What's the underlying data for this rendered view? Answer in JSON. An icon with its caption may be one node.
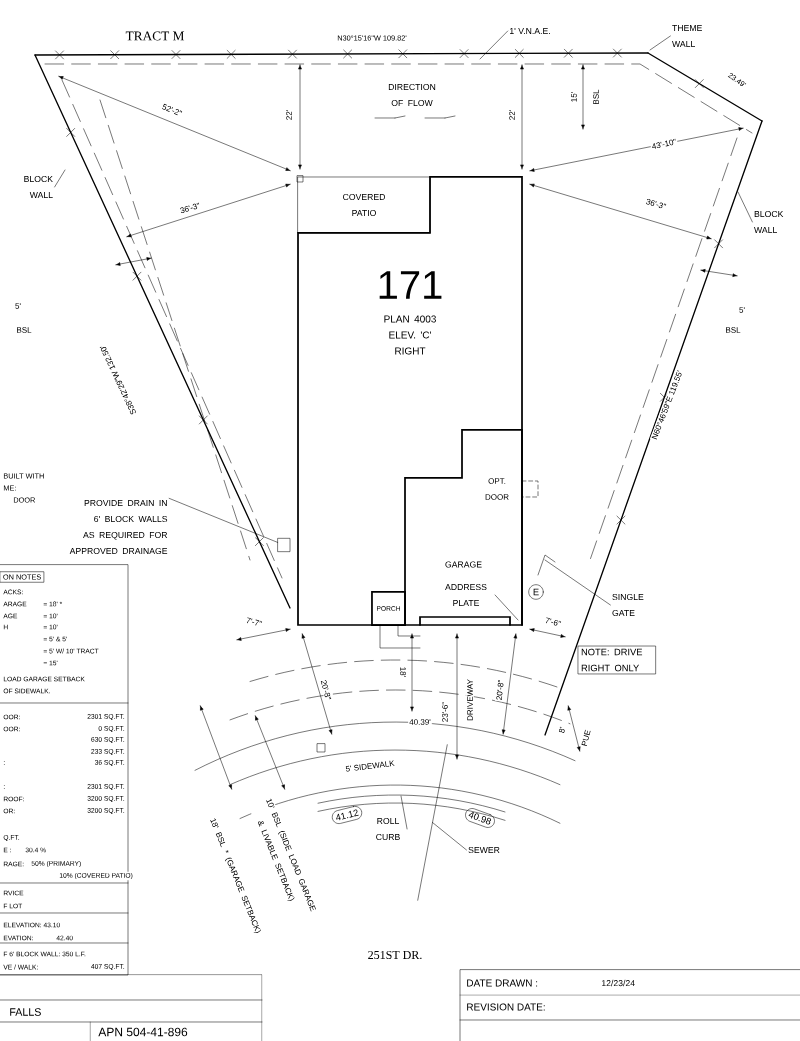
{
  "diagram": {
    "nodes": [
      {
        "text": [
          "171",
          "PLAN 4003 ELEV. 'C' RIGHT"
        ]
      },
      {
        "text": [
          "COVERED PATIO"
        ],
        "in": 0
      },
      {
        "text": [
          "GARAGE"
        ],
        "in": 0
      },
      {
        "text": [
          "PORCH"
        ],
        "in": 0
      },
      {
        "text": [
          "E"
        ]
      },
      {
        "text": [
          "NOTE: DRIVE RIGHT ONLY"
        ]
      },
      {
        "text": [
          "41.12"
        ]
      },
      {
        "text": [
          "40.98"
        ]
      },
      {
        "text": [
          "BLOCK WALL"
        ]
      },
      {
        "text": [
          "BLOCK WALL"
        ]
      },
      {
        "text": [
          "THEME WALL"
        ]
      },
      {
        "text": [
          "1' V.N.A.E."
        ]
      },
      {
        "text": [
          "PROVIDE DRAIN IN 6' BLOCK WALLS AS REQUIRED FOR APPROVED DRAINAGE"
        ]
      },
      {
        "text": [
          "SINGLE GATE"
        ]
      },
      {
        "text": [
          "ADDRESS PLATE"
        ],
        "in": 2
      },
      {
        "text": [
          "ROLL CURB"
        ]
      },
      {
        "text": [
          "SEWER"
        ]
      },
      {
        "text": [],
        "shape": "box"
      },
      {
        "text": [],
        "shape": "line"
      }
    ],
    "edges": [
      {
        "from": 8,
        "to": null,
        "arrow": "none"
      },
      {
        "from": 9,
        "to": null,
        "arrow": "none"
      },
      {
        "from": 10,
        "to": null,
        "arrow": "none"
      },
      {
        "from": 11,
        "to": null,
        "arrow": "none"
      },
      {
        "from": 12,
        "to": 17,
        "arrow": "none"
      },
      {
        "from": 13,
        "to": null,
        "arrow": "none"
      },
      {
        "from": 14,
        "to": null,
        "arrow": "none"
      },
      {
        "from": 15,
        "to": null,
        "arrow": "none"
      },
      {
        "from": 16,
        "to": 18,
        "arrow": "none"
      }
    ],
    "labels": [
      "TRACT M",
      "N30°15'16\"W 109.82'",
      "23.49'",
      "DIRECTION OF FLOW",
      "22'",
      "22'",
      "15'",
      "BSL",
      "52'-2\"",
      "43'-10\"",
      "36'-3\"",
      "36'-3\"",
      "5'",
      "BSL",
      "5'",
      "BSL",
      "S38°42'29\"W 132.50'",
      "N60°46'59\"E 119.55'",
      "BUILT WITH",
      "ME:",
      "DOOR",
      "OPT. DOOR",
      "7'-7\"",
      "7'-6\"",
      "20'-8\"",
      "18'",
      "23'-6\"",
      "DRIVEWAY",
      "20'-8\"",
      "40.39'",
      "8'",
      "PUE",
      "5' SIDEWALK",
      "10' BSL (SIDE LOAD GARAGE & LIVABLE SETBACK)",
      "18' BSL * (GARAGE SETBACK)",
      "251ST DR.",
      "ON NOTES",
      "ACKS:",
      "ARAGE",
      "= 18' *",
      "AGE",
      "= 10'",
      "H",
      "= 10'",
      "= 5' & 5'",
      "= 5' W/ 10' TRACT",
      "= 15'",
      "LOAD GARAGE SETBACK",
      "OF SIDEWALK.",
      "OOR:",
      "2301 SQ.FT.",
      "OOR:",
      "0 SQ.FT.",
      "630 SQ.FT.",
      "233 SQ.FT.",
      ":",
      "36 SQ.FT.",
      ":",
      "2301 SQ.FT.",
      "ROOF:",
      "3200 SQ.FT.",
      "OR:",
      "3200 SQ.FT.",
      "Q.FT.",
      "E :",
      "30.4 %",
      "RAGE:",
      "50% (PRIMARY)",
      "10% (COVERED PATIO)",
      "RVICE",
      "F LOT",
      "ELEVATION: 43.10",
      "EVATION:",
      "42.40",
      "F 6' BLOCK WALL: 350 L.F.",
      "VE / WALK:",
      "407 SQ.FT.",
      "FALLS",
      "APN 504-41-896",
      "DATE DRAWN :",
      "12/23/24",
      "REVISION DATE:"
    ]
  }
}
